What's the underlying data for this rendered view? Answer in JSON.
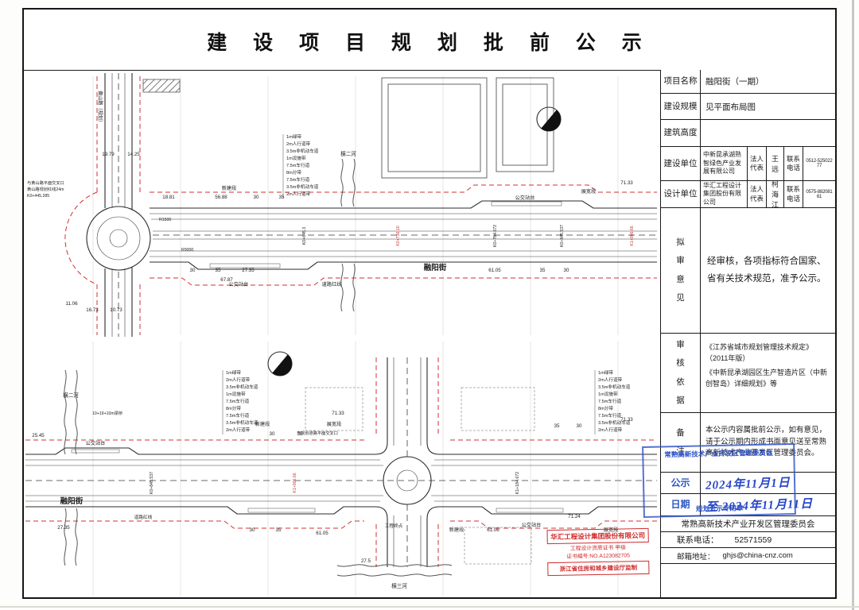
{
  "page": {
    "title": "建 设 项 目 规 划 批 前 公 示"
  },
  "panel": {
    "project_name_label": "项目名称",
    "project_name": "融阳街（一期）",
    "scale_label": "建设规模",
    "scale": "见平面布局图",
    "height_label": "建筑高度",
    "height": "",
    "builder_label": "建设单位",
    "builder": "中新昆承湖熟智绿色产业发展有限公司",
    "builder_rep_label": "法人代表",
    "builder_rep": "王远",
    "builder_phone_label": "联系电话",
    "builder_phone": "0512-52502277",
    "designer_label": "设计单位",
    "designer": "华汇工程设计集团股份有限公司",
    "designer_rep_label": "法人代表",
    "designer_rep": "柯海江",
    "designer_phone_label": "联系电话",
    "designer_phone": "0575-88208161",
    "opinion_label": "拟审意见",
    "opinion": "经审核，各项指标符合国家、省有关技术规范，准予公示。",
    "basis_label": "审核依据",
    "basis_1": "《江苏省城市规划管理技术规定》（2011年版）",
    "basis_2": "《中新昆承湖园区生产智造片区（中新创智岛）详细规划》等",
    "remark_label": "备注",
    "remark": "本公示内容属批前公示，如有意见，请于公示期内形成书面意见送至常熟高新技术产业开发区管理委员会。",
    "notice_row1_label": "公示",
    "notice_row2_label": "日期",
    "notice_date_start": "2024年11月1日",
    "notice_date_end": "至 2024年11月11日",
    "seal_line1": "常熟高新技术产业开发区管理委员会",
    "seal_line2": "规划公示专用章",
    "footer_org": "常熟高新技术产业开发区管理委员会",
    "footer_phone_label": "联系电话：",
    "footer_phone": "52571559",
    "footer_email_label": "邮箱地址：",
    "footer_email": "ghjs@china-cnz.com"
  },
  "lane_list": [
    "1m绿带",
    "2m人行道带",
    "3.5m非机动车道",
    "1m设施带",
    "7.5m车行道",
    "8m分带",
    "7.5m车行道",
    "3.5m非机动车道",
    "2m人行道带"
  ],
  "drawing_top": {
    "road_name": "融阳街",
    "cross_road_name": "黄山路（规划）",
    "river": "横二河",
    "note_line1": "与黄山路平面交叉口",
    "note_line2": "黄山路规划红线24m",
    "note_line3": "K0+445.285",
    "sec_new": "新建段",
    "sec_widen": "展宽段",
    "bus1": "公交站台",
    "bus2": "公交站台",
    "redline": "道路红线",
    "r1": "R1500",
    "r2": "R9000",
    "dims": [
      "18.81",
      "56.88",
      "30",
      "35",
      "71.33",
      "30",
      "35",
      "27.35",
      "67.87",
      "61.05",
      "35",
      "30",
      "19.79",
      "14.25",
      "16.73",
      "10.73",
      "11.06"
    ],
    "stations": [
      "K0+645.3",
      "K0+736.10",
      "K0+784.672",
      "K0+845.537",
      "K1+006.66"
    ]
  },
  "drawing_bottom": {
    "road_name": "融阳街",
    "river_left": "横二河",
    "river_bottom": "横三河",
    "bridge_note": "10+19+10m梁桥",
    "note": "与规划道路平面交叉口",
    "sec_new1": "新建段",
    "sec_widen1": "展宽段",
    "sec_new2": "新建段",
    "sec_widen2": "展宽段",
    "bus1": "公交站台",
    "bus2": "公交站台",
    "redline": "道路红线",
    "end_label": "工程终点",
    "dims": [
      "25.45",
      "71.33",
      "30",
      "35",
      "27.35",
      "30",
      "35",
      "61.05",
      "71.24",
      "61.06",
      "27.5",
      "71.33",
      "35",
      "30"
    ],
    "stations": [
      "K0+845.537",
      "K1+006.66",
      "K1+184.672"
    ]
  },
  "red_stamp": {
    "company": "华汇工程设计集团股份有限公司",
    "cert_line": "工程设计资质证书 甲级",
    "cert_no": "证书编号:NO.A123082705",
    "authority": "浙江省住房和城乡建设厅监制"
  }
}
